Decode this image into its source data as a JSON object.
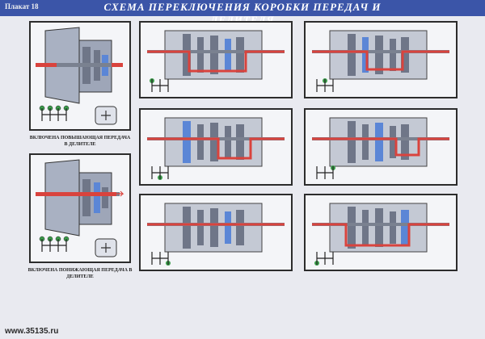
{
  "header": {
    "plate_label": "Плакат 18",
    "title": "СХЕМА ПЕРЕКЛЮЧЕНИЯ КОРОБКИ ПЕРЕДАЧ И ДЕЛИТЕЛЯ"
  },
  "captions": {
    "upper": "ВКЛЮЧЕНА ПОВЫШАЮЩАЯ ПЕРЕДАЧА В ДЕЛИТЕЛЕ",
    "lower": "ВКЛЮЧЕНА ПОНИЖАЮЩАЯ ПЕРЕДАЧА В ДЕЛИТЕЛЕ"
  },
  "footer": {
    "watermark": "www.35135.ru"
  },
  "colors": {
    "header_bg": "#3b55a8",
    "power_flow": "#d9433d",
    "casing": "#9ea6b8",
    "gear_block": "#6f7688",
    "coolant_blue": "#5b86d6",
    "frame": "#2c2c2c"
  }
}
